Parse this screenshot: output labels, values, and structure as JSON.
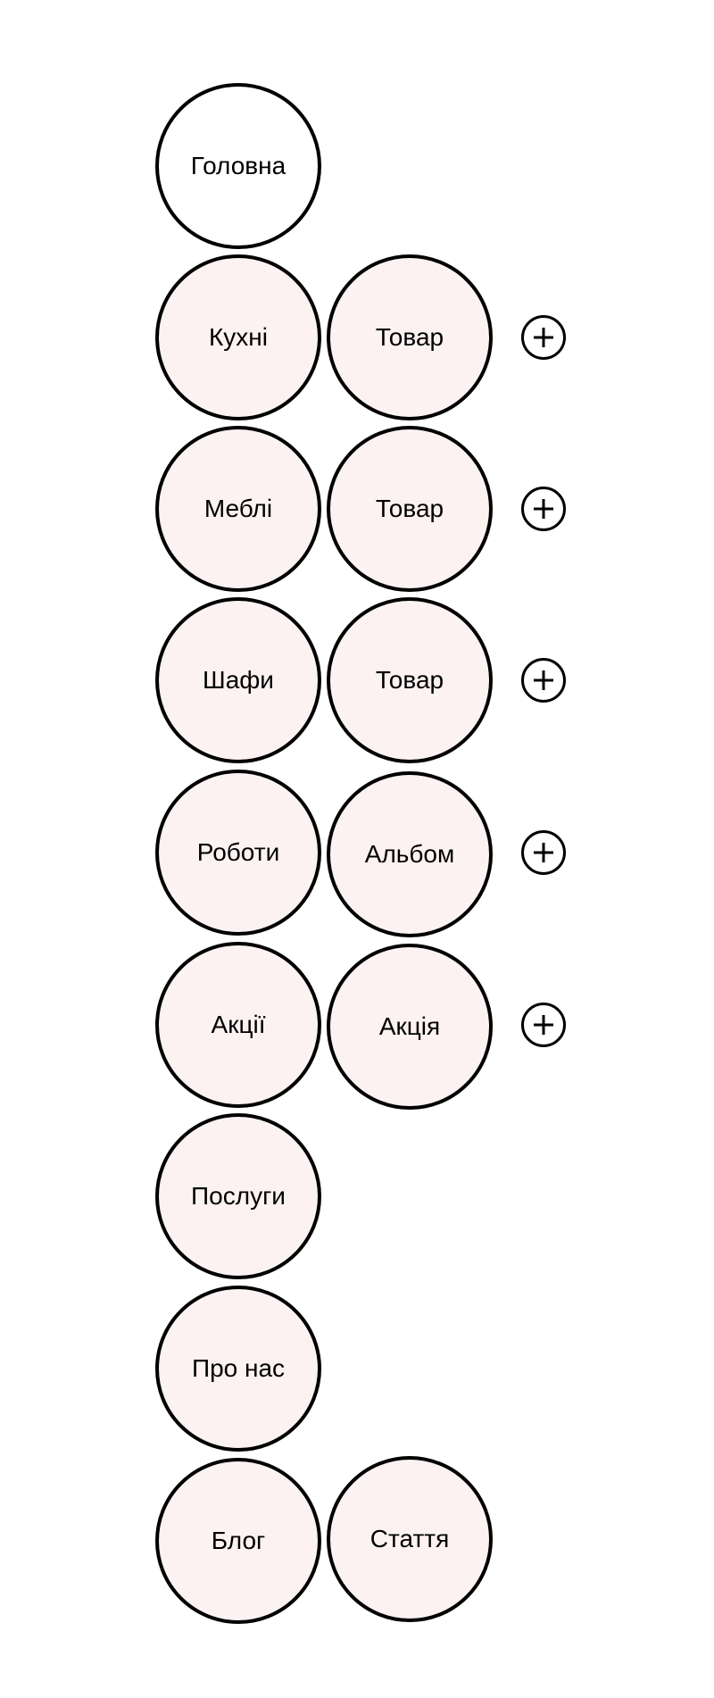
{
  "colors": {
    "node_fill": "#fdf2f2",
    "root_fill": "#ffffff",
    "stroke": "#000000"
  },
  "rows": [
    {
      "category": "Головна",
      "child": null,
      "add_icon": null
    },
    {
      "category": "Кухні",
      "child": "Товар",
      "add_icon": "plus-icon"
    },
    {
      "category": "Меблі",
      "child": "Товар",
      "add_icon": "plus-icon"
    },
    {
      "category": "Шафи",
      "child": "Товар",
      "add_icon": "plus-icon"
    },
    {
      "category": "Роботи",
      "child": "Альбом",
      "add_icon": "plus-icon"
    },
    {
      "category": "Акції",
      "child": "Акція",
      "add_icon": "plus-icon"
    },
    {
      "category": "Послуги",
      "child": null,
      "add_icon": null
    },
    {
      "category": "Про нас",
      "child": null,
      "add_icon": null
    },
    {
      "category": "Блог",
      "child": "Стаття",
      "add_icon": null
    }
  ]
}
